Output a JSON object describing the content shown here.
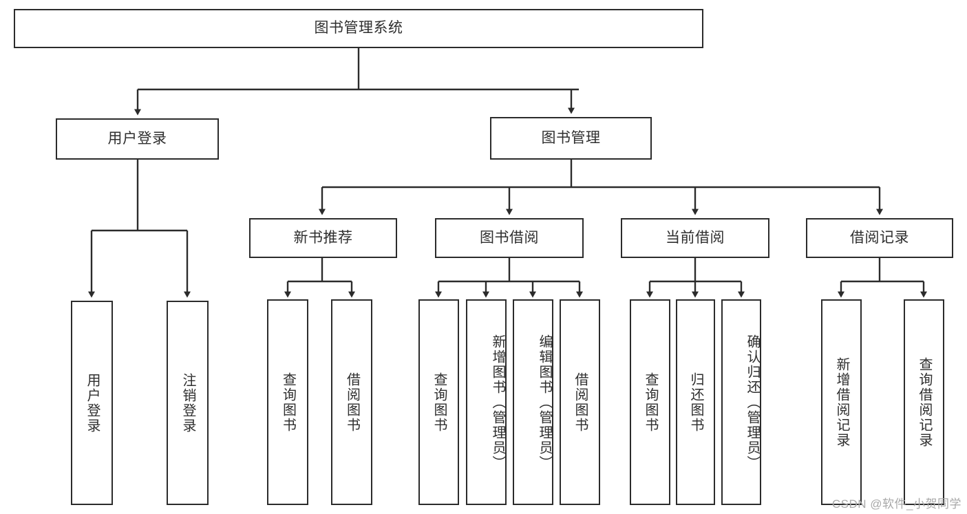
{
  "diagram": {
    "title": "图书管理系统",
    "type": "tree",
    "watermark": "CSDN @软件_小贺同学",
    "colors": {
      "box_border": "#2b2b2b",
      "box_fill": "#ffffff",
      "text": "#2e2e2e",
      "connector": "#2b2b2b",
      "watermark": "#a8a8a8",
      "background": "#ffffff"
    },
    "nodes": {
      "root": {
        "label": "图书管理系统"
      },
      "level1": [
        {
          "label": "用户登录"
        },
        {
          "label": "图书管理"
        }
      ],
      "level2": [
        {
          "label": "新书推荐"
        },
        {
          "label": "图书借阅"
        },
        {
          "label": "当前借阅"
        },
        {
          "label": "借阅记录"
        }
      ],
      "leaves": {
        "user_login": [
          {
            "label": "用户登录"
          },
          {
            "label": "注销登录"
          }
        ],
        "new_book_recommend": [
          {
            "label": "查询图书"
          },
          {
            "label": "借阅图书"
          }
        ],
        "book_borrow": [
          {
            "label": "查询图书"
          },
          {
            "label": "新增图书（管理员）"
          },
          {
            "label": "编辑图书（管理员）"
          },
          {
            "label": "借阅图书"
          }
        ],
        "current_borrow": [
          {
            "label": "查询图书"
          },
          {
            "label": "归还图书"
          },
          {
            "label": "确认归还（管理员）"
          }
        ],
        "borrow_record": [
          {
            "label": "新增借阅记录"
          },
          {
            "label": "查询借阅记录"
          }
        ]
      }
    }
  }
}
